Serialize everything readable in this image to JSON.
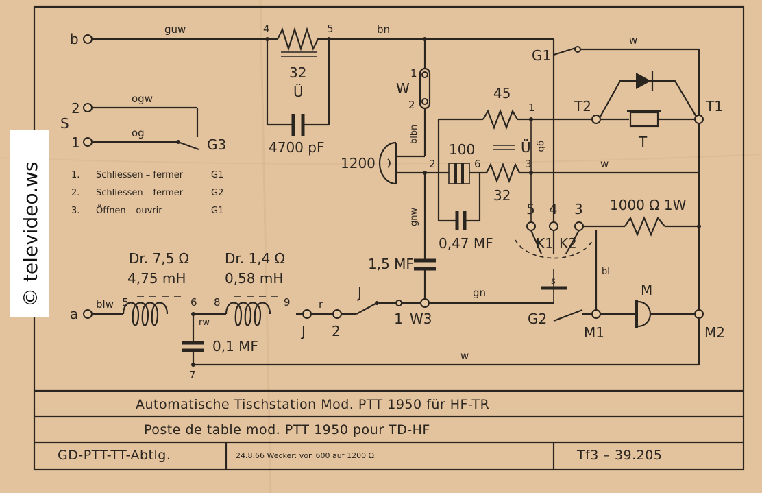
{
  "watermark": "© televideo.ws",
  "terminals": {
    "b": "b",
    "a": "a",
    "S": "S",
    "s2": "2",
    "s1": "1"
  },
  "wires": {
    "guw": "guw",
    "bn": "bn",
    "w_top": "w",
    "ogw": "ogw",
    "og": "og",
    "blbn": "blbn",
    "w_mid": "w",
    "gnw": "gnw",
    "gb": "gb",
    "bl": "bl",
    "gn": "gn",
    "blw": "blw",
    "r": "r",
    "rw": "rw",
    "w_bottom": "w"
  },
  "components": {
    "transformer_u": {
      "pin_in": "4",
      "pin_out": "5",
      "value": "32",
      "name": "Ü"
    },
    "cap_4700": "4700 pF",
    "switch_w": {
      "name": "W",
      "pin1": "1",
      "pin2": "2"
    },
    "bell": "1200",
    "r45": {
      "value": "45",
      "pin": "1"
    },
    "node2": "2",
    "cap100": {
      "value": "100",
      "pin": "6"
    },
    "u_small": "Ü",
    "r32": {
      "value": "32",
      "pin": "3"
    },
    "cap047": "0,47 MF",
    "cap15": "1,5 MF",
    "g1": "G1",
    "t2": "T2",
    "t1": "T1",
    "t": "T",
    "k_pins": [
      "5",
      "4",
      "3"
    ],
    "k1": "K1",
    "k2": "K2",
    "s": "s",
    "r1000": "1000 Ω 1W",
    "m": "M",
    "m1": "M1",
    "m2": "M2",
    "g2": "G2",
    "g3": "G3",
    "dr1": {
      "name": "Dr. 7,5 Ω",
      "value": "4,75 mH",
      "pin_a": "5",
      "pin_b": "6"
    },
    "dr2": {
      "name": "Dr. 1,4 Ω",
      "value": "0,58 mH",
      "pin_a": "8",
      "pin_b": "9"
    },
    "cap01": "0,1 MF",
    "pin7": "7",
    "j_left": "J",
    "pin2_j": "2",
    "j_switch": "J",
    "w3": {
      "pin": "1",
      "name": "W3"
    }
  },
  "legend": [
    {
      "n": "1.",
      "text": "Schliessen  –  fermer",
      "g": "G1"
    },
    {
      "n": "2.",
      "text": "Schliessen  –  fermer",
      "g": "G2"
    },
    {
      "n": "3.",
      "text": "Öffnen   –   ouvrir",
      "g": "G1"
    }
  ],
  "title_block": {
    "line1": "Automatische   Tischstation  Mod. PTT 1950  für  HF-TR",
    "line2": "Poste de table   mod.  PTT  1950    pour  TD-HF",
    "dept": "GD-PTT-TT-Abtlg.",
    "note": "24.8.66  Wecker: von 600 auf 1200 Ω",
    "number": "Tf3  –  39.205"
  }
}
